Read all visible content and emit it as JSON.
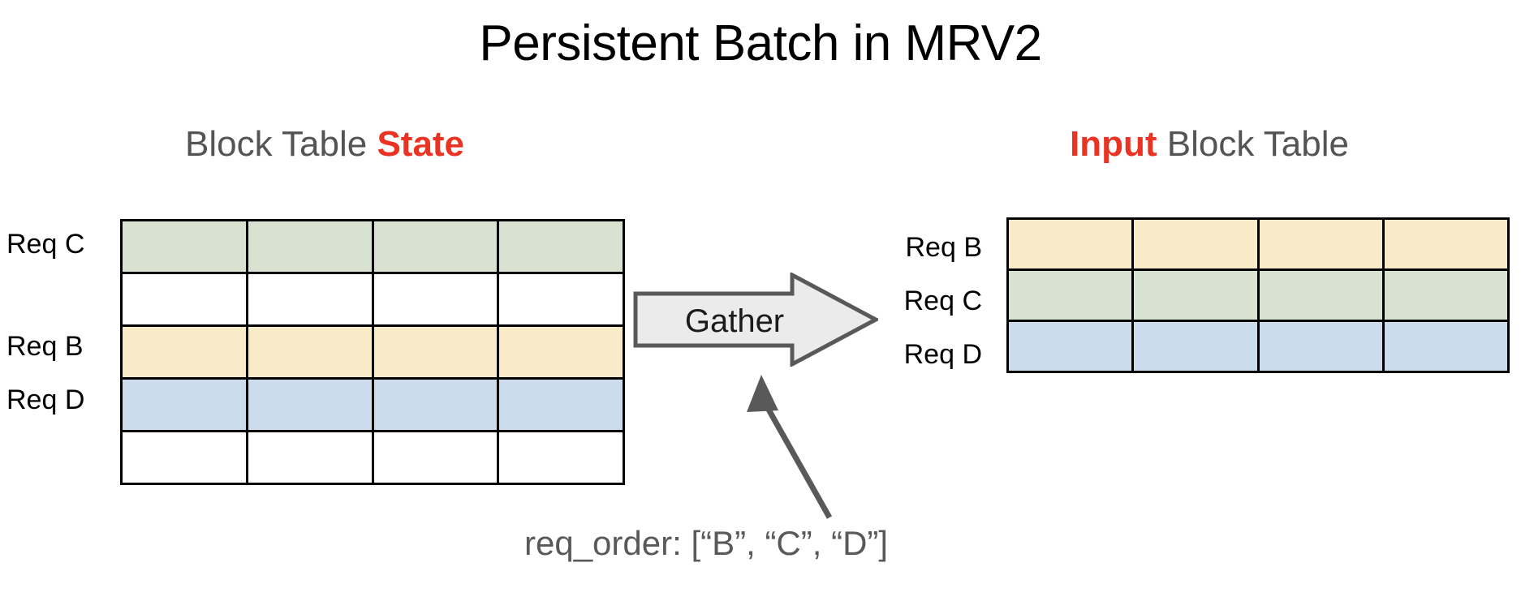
{
  "page": {
    "title": "Persistent Batch in MRV2",
    "background": "#ffffff"
  },
  "colors": {
    "accent_red": "#EA3323",
    "heading_gray": "#545454",
    "annotation_gray": "#595959",
    "cell_green": "#D7E3D0",
    "cell_yellow": "#FAEBC8",
    "cell_blue": "#CCDCEC",
    "cell_white": "#FFFFFF",
    "border_black": "#000000",
    "arrow_fill": "#EBEBEB",
    "arrow_stroke": "#595959"
  },
  "left_panel": {
    "heading": {
      "prefix": "Block Table ",
      "accent": "State"
    },
    "table": {
      "columns": 4,
      "rows": [
        {
          "label": "Req C",
          "color": "cell_green",
          "has_label": true
        },
        {
          "label": "",
          "color": "cell_white",
          "has_label": false
        },
        {
          "label": "Req B",
          "color": "cell_yellow",
          "has_label": true
        },
        {
          "label": "Req D",
          "color": "cell_blue",
          "has_label": true
        },
        {
          "label": "",
          "color": "cell_white",
          "has_label": false
        }
      ]
    }
  },
  "arrow": {
    "label": "Gather"
  },
  "right_panel": {
    "heading": {
      "accent": "Input",
      "suffix": " Block Table"
    },
    "table": {
      "columns": 4,
      "rows": [
        {
          "label": "Req B",
          "color": "cell_yellow",
          "has_label": true
        },
        {
          "label": "Req C",
          "color": "cell_green",
          "has_label": true
        },
        {
          "label": "Req D",
          "color": "cell_blue",
          "has_label": true
        }
      ]
    }
  },
  "annotation": {
    "req_order": "req_order: [“B”, “C”, “D”]"
  }
}
